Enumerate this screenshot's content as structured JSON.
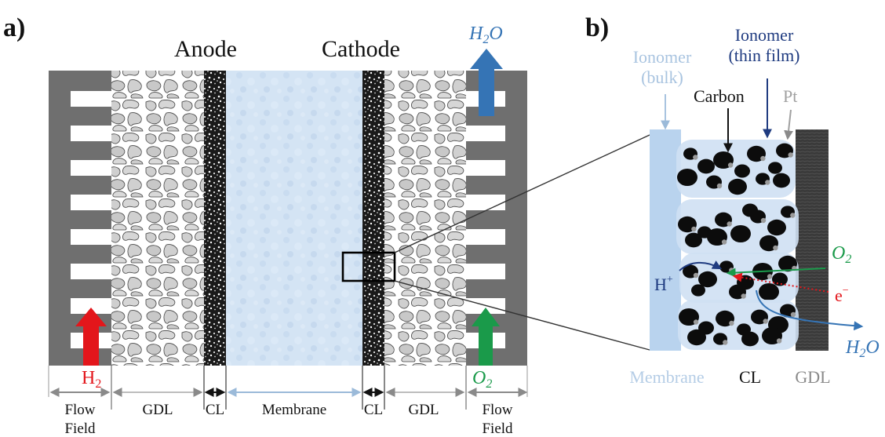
{
  "panel_a": {
    "panel_label": "a)",
    "anode_title": "Anode",
    "cathode_title": "Cathode",
    "h2_inlet": {
      "base": "H",
      "sub": "2"
    },
    "o2_inlet": {
      "base": "O",
      "sub": "2"
    },
    "h2o_outlet": {
      "base": "H",
      "sub": "2",
      "tail": "O"
    },
    "bottom_labels": [
      {
        "line1": "Flow",
        "line2": "Field"
      },
      {
        "line1": "GDL"
      },
      {
        "line1": "CL"
      },
      {
        "line1": "Membrane"
      },
      {
        "line1": "CL"
      },
      {
        "line1": "GDL"
      },
      {
        "line1": "Flow",
        "line2": "Field"
      }
    ]
  },
  "panel_b": {
    "panel_label": "b)",
    "ionomer_bulk": {
      "line1": "Ionomer",
      "line2": "(bulk)"
    },
    "ionomer_thin": {
      "line1": "Ionomer",
      "line2": "(thin film)"
    },
    "carbon": "Carbon",
    "pt": "Pt",
    "o2": {
      "base": "O",
      "sub": "2"
    },
    "proton": {
      "base": "H",
      "sup": "+"
    },
    "electron": {
      "base": "e",
      "sup": "−"
    },
    "h2o": {
      "base": "H",
      "sub": "2",
      "tail": "O"
    },
    "bottom_labels": {
      "membrane": "Membrane",
      "cl": "CL",
      "gdl": "GDL"
    }
  },
  "colors": {
    "flow_field": "#6f6f6f",
    "membrane": "#d2e3f4",
    "ionomer": "#b9d3ee",
    "h2_arrow": "#e3161b",
    "o2_arrow": "#1a9a4a",
    "h2o_arrow": "#3574b5",
    "proton_arrow": "#1f3b80",
    "label_gray": "#9a9a9a",
    "label_lightblue": "#a9c4e0"
  }
}
